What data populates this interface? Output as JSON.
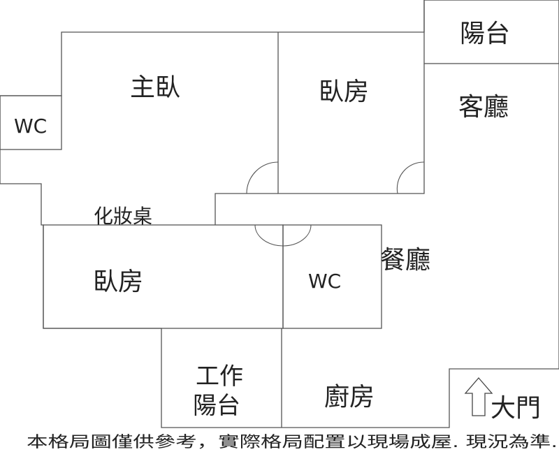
{
  "rooms": {
    "balcony_top": "陽台",
    "living_room": "客廳",
    "master_bedroom": "主臥",
    "bedroom_top": "臥房",
    "wc_left": "WC",
    "vanity": "化妝桌",
    "dining_room": "餐廳",
    "bedroom_bottom": "臥房",
    "wc_middle": "WC",
    "work_balcony_line1": "工作",
    "work_balcony_line2": "陽台",
    "kitchen": "廚房",
    "main_door": "大門"
  },
  "disclaimer": "本格局圖僅供參考，實際格局配置以現場成屋. 現況為準."
}
